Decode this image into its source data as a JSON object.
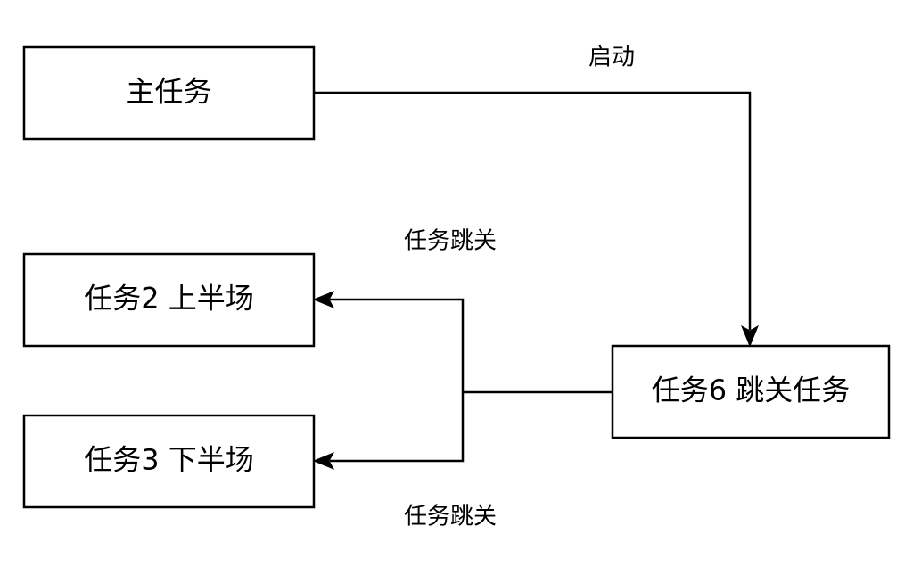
{
  "diagram": {
    "nodes": {
      "main_task": "主任务",
      "task2": "任务2 上半场",
      "task3": "任务3 下半场",
      "task6": "任务6 跳关任务"
    },
    "edge_labels": {
      "start": "启动",
      "skip_upper": "任务跳关",
      "skip_lower": "任务跳关"
    }
  },
  "colors": {
    "stroke": "#000000",
    "fill": "#ffffff",
    "text": "#000000"
  }
}
